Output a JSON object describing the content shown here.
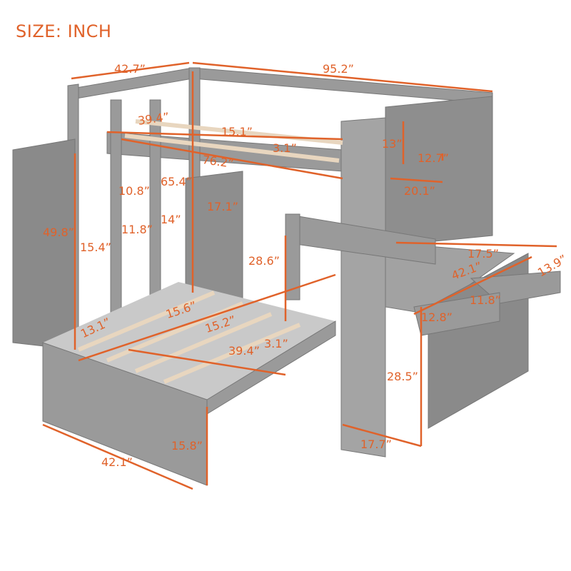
{
  "title": "SIZE: INCH",
  "colors": {
    "accent": "#e0622a",
    "wood_frame": "#8c8c8c",
    "slat": "#e8d6bf"
  },
  "labels": [
    "42.7”",
    "95.2”",
    "39.4”",
    "15.1”",
    "3.1”",
    "76.2”",
    "13”",
    "12.7”",
    "20.1”",
    "10.8”",
    "65.4”",
    "14”",
    "17.1”",
    "11.8”",
    "49.8”",
    "15.4”",
    "28.6”",
    "17.5”",
    "42.1”",
    "13.9”",
    "11.8”",
    "12.8”",
    "15.6”",
    "13.1”",
    "15.2”",
    "3.1”",
    "39.4”",
    "28.5”",
    "15.8”",
    "17.7”",
    "42.1”"
  ]
}
